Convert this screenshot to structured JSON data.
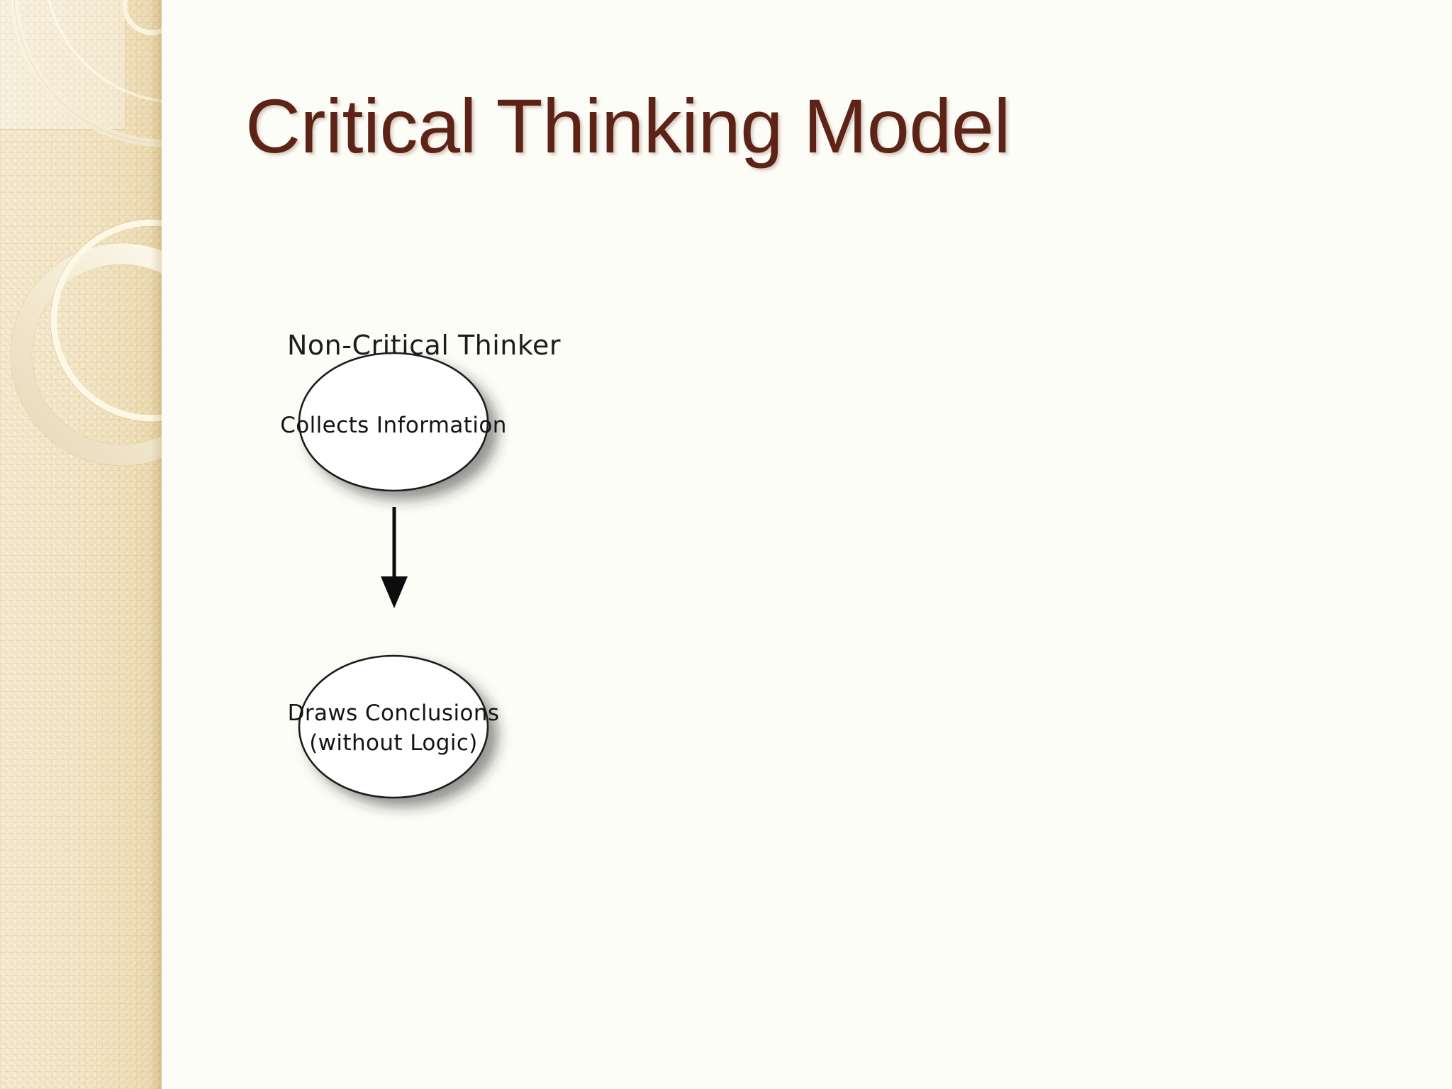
{
  "slide": {
    "title": "Critical Thinking Model",
    "title_color": "#5c2316",
    "background_color": "#fdfdf7"
  },
  "sidebar": {
    "name": "decorative-theme-band",
    "base_color": "#f3e6c8",
    "accent_color": "#efe2c0",
    "ring_color": "#f7eed7",
    "pattern": "woven-diamond-texture",
    "decorations": [
      "large-ring-arc",
      "small-ring",
      "corner-panel"
    ]
  },
  "diagram": {
    "caption": "Non-Critical Thinker",
    "type": "flowchart",
    "nodes": [
      {
        "id": "collects-information",
        "shape": "ellipse",
        "lines": [
          "Collects Information"
        ],
        "fill": "#ffffff",
        "stroke": "#1a1a1a"
      },
      {
        "id": "draws-conclusions",
        "shape": "ellipse",
        "lines": [
          "Draws Conclusions",
          "(without Logic)"
        ],
        "fill": "#ffffff",
        "stroke": "#1a1a1a"
      }
    ],
    "edges": [
      {
        "id": "collects-to-draws",
        "from": "collects-information",
        "to": "draws-conclusions",
        "style": "solid-arrow-down",
        "color": "#0d0d0d"
      }
    ]
  }
}
